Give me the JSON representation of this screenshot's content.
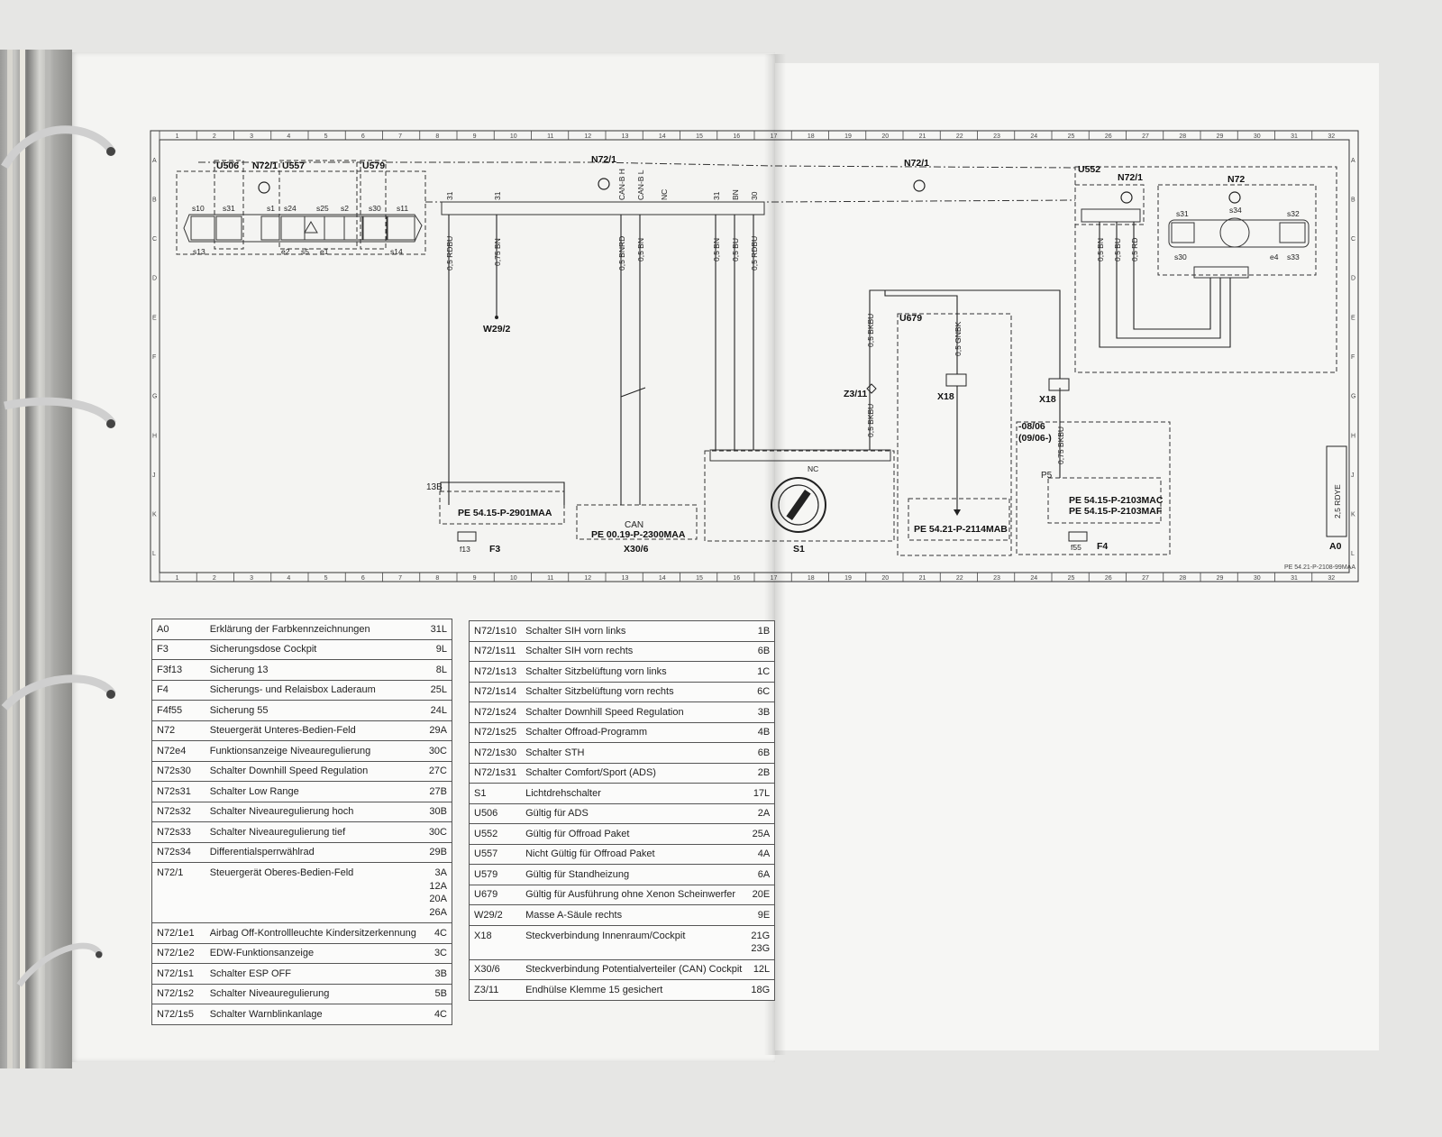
{
  "diagram": {
    "grid_columns": [
      "1",
      "2",
      "3",
      "4",
      "5",
      "6",
      "7",
      "8",
      "9",
      "10",
      "11",
      "12",
      "13",
      "14",
      "15",
      "16",
      "17",
      "18",
      "19",
      "20",
      "21",
      "22",
      "23",
      "24",
      "25",
      "26",
      "27",
      "28",
      "29",
      "30",
      "31",
      "32"
    ],
    "grid_rows": [
      "A",
      "B",
      "C",
      "D",
      "E",
      "F",
      "G",
      "H",
      "J",
      "K",
      "L"
    ],
    "components": {
      "u506": "U506",
      "n72_1_top": "N72/1",
      "u557": "U557",
      "u579": "U579",
      "n72_1_mid": "N72/1",
      "n72_1_right": "N72/1",
      "u552": "U552",
      "n72_1_u552": "N72/1",
      "n72": "N72",
      "w29_2": "W29/2",
      "z3_11": "Z3/11",
      "x18_a": "X18",
      "x18_b": "X18",
      "u679": "U679",
      "f3": "F3",
      "x30_6": "X30/6",
      "s1": "S1",
      "f4": "F4",
      "a0": "A0",
      "label_13b": "13B",
      "label_f3_fuse": "f13",
      "label_f4_fuse": "f55",
      "label_p5": "P5",
      "label_can": "CAN",
      "label_nc": "NC",
      "label_0806": "-08/06",
      "label_0906": "(09/06-)"
    },
    "switch_labels": [
      "s10",
      "s31",
      "s1",
      "s24",
      "s25",
      "s2",
      "s30",
      "s11",
      "s13",
      "e2",
      "s5",
      "e1",
      "s14",
      "s31",
      "s34",
      "s32",
      "s30",
      "e4",
      "s33"
    ],
    "wires": [
      "0,5 RDBU",
      "0,75 BN",
      "0,5 BNRD",
      "0,5 BN",
      "0,5 BN",
      "0,5 BU",
      "0,5 RDBU",
      "0,5 BN",
      "0,5 BU",
      "0,5 RD",
      "0,5 BKBU",
      "0,5 GNBK",
      "0,5 BKBU",
      "0,75 BKBU",
      "2,5 RDYE"
    ],
    "pin_labels": [
      "31",
      "31",
      "CAN-B H",
      "CAN-B L",
      "NC",
      "31",
      "BN",
      "30"
    ],
    "references": {
      "f3_ref": "PE 54.15-P-2901MAA",
      "x30_ref": "PE 00.19-P-2300MAA",
      "u679_ref": "PE 54.21-P-2114MAB",
      "f4_ref1": "PE 54.15-P-2103MAC",
      "f4_ref2": "PE 54.15-P-2103MAF",
      "doc_id": "PE 54.21-P-2108-99MAA"
    }
  },
  "legend_left": [
    {
      "code": "A0",
      "desc": "Erklärung der Farbkennzeichnungen",
      "loc": "31L"
    },
    {
      "code": "F3",
      "desc": "Sicherungsdose Cockpit",
      "loc": "9L"
    },
    {
      "code": "F3f13",
      "desc": "Sicherung 13",
      "loc": "8L"
    },
    {
      "code": "F4",
      "desc": "Sicherungs- und Relaisbox Laderaum",
      "loc": "25L"
    },
    {
      "code": "F4f55",
      "desc": "Sicherung 55",
      "loc": "24L"
    },
    {
      "code": "N72",
      "desc": "Steuergerät Unteres-Bedien-Feld",
      "loc": "29A"
    },
    {
      "code": "N72e4",
      "desc": "Funktionsanzeige Niveauregulierung",
      "loc": "30C"
    },
    {
      "code": "N72s30",
      "desc": "Schalter Downhill Speed Regulation",
      "loc": "27C"
    },
    {
      "code": "N72s31",
      "desc": "Schalter Low Range",
      "loc": "27B"
    },
    {
      "code": "N72s32",
      "desc": "Schalter Niveauregulierung hoch",
      "loc": "30B"
    },
    {
      "code": "N72s33",
      "desc": "Schalter Niveauregulierung tief",
      "loc": "30C"
    },
    {
      "code": "N72s34",
      "desc": "Differentialsperrwählrad",
      "loc": "29B"
    }
  ],
  "legend_left_multi": {
    "code": "N72/1",
    "desc": "Steuergerät Oberes-Bedien-Feld",
    "loc1": "3A",
    "loc2": "12A",
    "loc3": "20A",
    "loc4": "26A"
  },
  "legend_left_tail": [
    {
      "code": "N72/1e1",
      "desc": "Airbag Off-Kontrollleuchte Kindersitzerkennung",
      "loc": "4C"
    },
    {
      "code": "N72/1e2",
      "desc": "EDW-Funktionsanzeige",
      "loc": "3C"
    },
    {
      "code": "N72/1s1",
      "desc": "Schalter ESP OFF",
      "loc": "3B"
    },
    {
      "code": "N72/1s2",
      "desc": "Schalter Niveauregulierung",
      "loc": "5B"
    },
    {
      "code": "N72/1s5",
      "desc": "Schalter Warnblinkanlage",
      "loc": "4C"
    }
  ],
  "legend_right": [
    {
      "code": "N72/1s10",
      "desc": "Schalter SIH vorn links",
      "loc": "1B"
    },
    {
      "code": "N72/1s11",
      "desc": "Schalter SIH vorn rechts",
      "loc": "6B"
    },
    {
      "code": "N72/1s13",
      "desc": "Schalter Sitzbelüftung vorn links",
      "loc": "1C"
    },
    {
      "code": "N72/1s14",
      "desc": "Schalter Sitzbelüftung vorn rechts",
      "loc": "6C"
    },
    {
      "code": "N72/1s24",
      "desc": "Schalter Downhill Speed Regulation",
      "loc": "3B"
    },
    {
      "code": "N72/1s25",
      "desc": "Schalter Offroad-Programm",
      "loc": "4B"
    },
    {
      "code": "N72/1s30",
      "desc": "Schalter STH",
      "loc": "6B"
    },
    {
      "code": "N72/1s31",
      "desc": "Schalter Comfort/Sport (ADS)",
      "loc": "2B"
    },
    {
      "code": "S1",
      "desc": "Lichtdrehschalter",
      "loc": "17L"
    },
    {
      "code": "U506",
      "desc": "Gültig für ADS",
      "loc": "2A"
    },
    {
      "code": "U552",
      "desc": "Gültig für Offroad Paket",
      "loc": "25A"
    },
    {
      "code": "U557",
      "desc": "Nicht Gültig für Offroad Paket",
      "loc": "4A"
    },
    {
      "code": "U579",
      "desc": "Gültig für Standheizung",
      "loc": "6A"
    },
    {
      "code": "U679",
      "desc": "Gültig für Ausführung ohne Xenon Scheinwerfer",
      "loc": "20E"
    },
    {
      "code": "W29/2",
      "desc": "Masse A-Säule rechts",
      "loc": "9E"
    }
  ],
  "legend_right_multi": {
    "code": "X18",
    "desc": "Steckverbindung Innenraum/Cockpit",
    "loc1": "21G",
    "loc2": "23G"
  },
  "legend_right_tail": [
    {
      "code": "X30/6",
      "desc": "Steckverbindung Potentialverteiler (CAN) Cockpit",
      "loc": "12L"
    },
    {
      "code": "Z3/11",
      "desc": "Endhülse Klemme 15 gesichert",
      "loc": "18G"
    }
  ]
}
